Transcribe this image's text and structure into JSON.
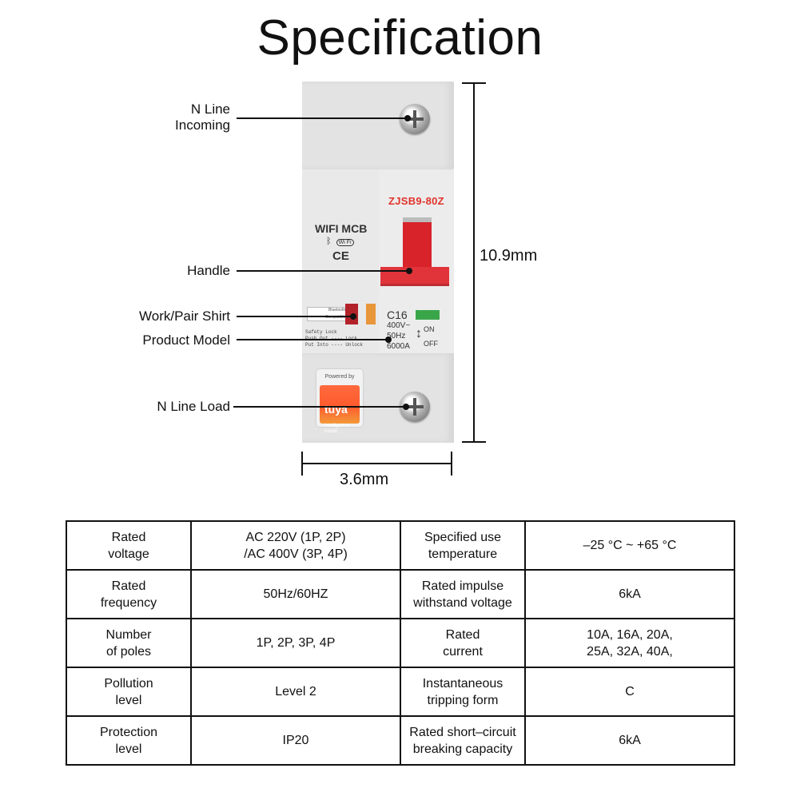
{
  "title": "Specification",
  "device": {
    "model": "ZJSB9-80Z",
    "label": "WIFI MCB",
    "wifi_badge": "Wi Fi",
    "ce_mark": "CE",
    "switch_top": "Bluetooth",
    "switch_bottom": "Compatible",
    "safety_text": "Safety Lock\nPush Out ---- Lock\nPut Into ---- Unlock",
    "rating_model": "C16",
    "rating_voltage": "400V~",
    "rating_freq": "50Hz",
    "rating_capacity": "6000A",
    "on_label": "ON",
    "off_label": "OFF",
    "tuya_powered": "Powered by",
    "tuya_brand": "tuya",
    "tuya_tagline": "Intelligence\nInside"
  },
  "callouts": {
    "n_line_incoming": "N Line\nIncoming",
    "handle": "Handle",
    "work_pair_shirt": "Work/Pair Shirt",
    "product_model": "Product Model",
    "n_line_load": "N Line Load"
  },
  "dimensions": {
    "height": "10.9mm",
    "width": "3.6mm"
  },
  "spec_table": [
    [
      "Rated\nvoltage",
      "AC 220V (1P, 2P)\n/AC 400V (3P, 4P)",
      "Specified use\ntemperature",
      "–25 °C ~ +65 °C"
    ],
    [
      "Rated\nfrequency",
      "50Hz/60HZ",
      "Rated impulse\nwithstand voltage",
      "6kA"
    ],
    [
      "Number\nof poles",
      "1P, 2P, 3P, 4P",
      "Rated\ncurrent",
      "10A, 16A, 20A,\n25A, 32A, 40A,"
    ],
    [
      "Pollution\nlevel",
      "Level 2",
      "Instantaneous\ntripping form",
      "C"
    ],
    [
      "Protection\nlevel",
      "IP20",
      "Rated short–circuit\nbreaking capacity",
      "6kA"
    ]
  ]
}
